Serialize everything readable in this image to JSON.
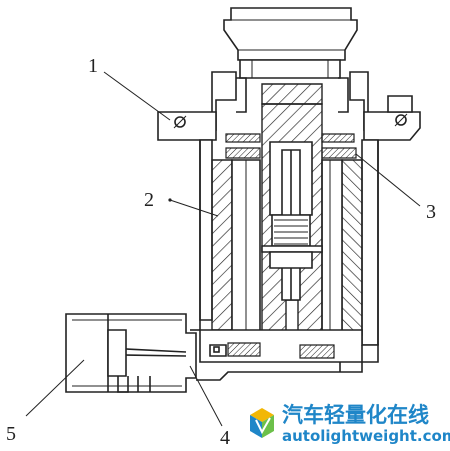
{
  "diagram": {
    "callouts": [
      {
        "id": "1",
        "text": "1"
      },
      {
        "id": "2",
        "text": "2"
      },
      {
        "id": "3",
        "text": "3"
      },
      {
        "id": "4",
        "text": "4"
      },
      {
        "id": "5",
        "text": "5"
      }
    ]
  },
  "watermark": {
    "chinese_text": "汽车轻量化在线",
    "url_text": "autolightweight.com",
    "accent_color": "#1f86c8",
    "cube_colors": [
      "#f2b705",
      "#1f86c8",
      "#6cc04a"
    ]
  }
}
